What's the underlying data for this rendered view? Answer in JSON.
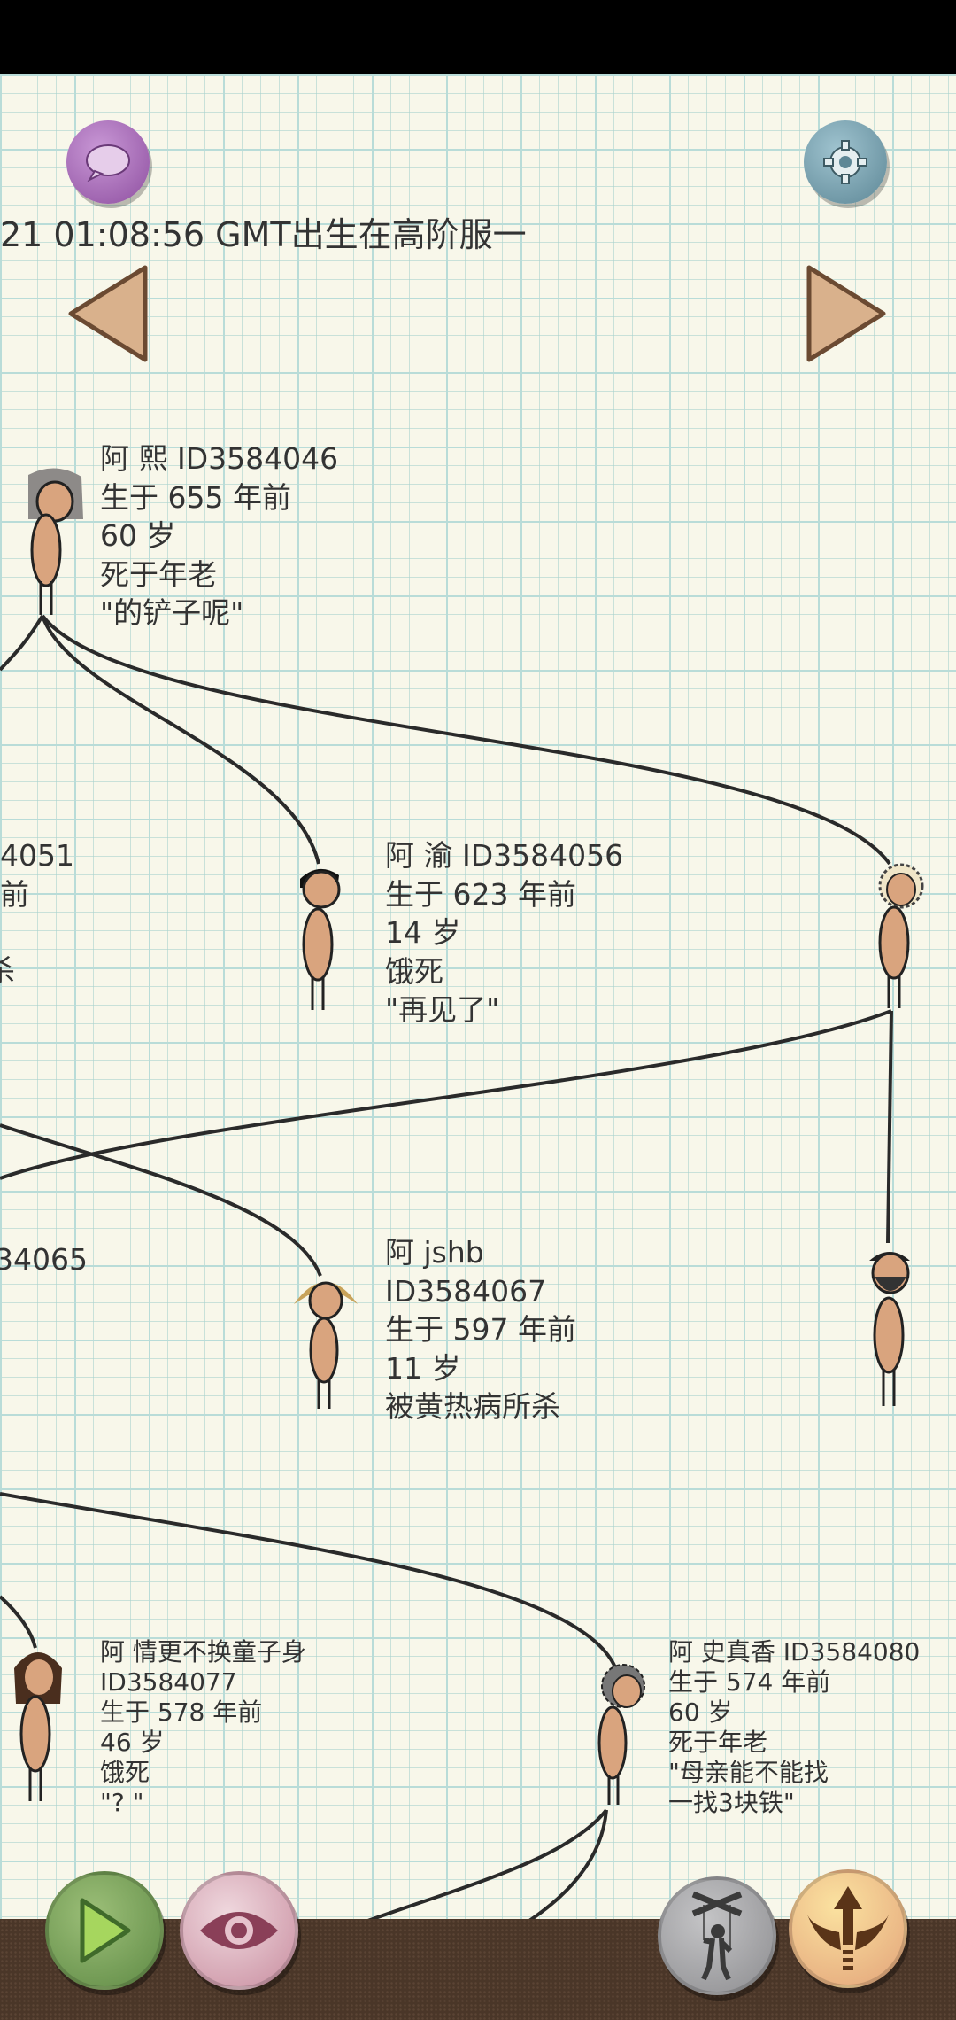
{
  "header": {
    "title": "21 01:08:56 GMT出生在高阶服一",
    "chat_icon": "chat-bubble-icon",
    "settings_icon": "gear-icon",
    "prev_icon": "arrow-left-icon",
    "next_icon": "arrow-right-icon"
  },
  "people": [
    {
      "lines": [
        "阿 熙 ID3584046",
        "生于 655 年前",
        "60 岁",
        "死于年老",
        "\"的铲子呢\""
      ]
    },
    {
      "lines": [
        "4051",
        "前",
        "",
        "杀"
      ]
    },
    {
      "lines": [
        "阿 渝 ID3584056",
        "生于 623 年前",
        "14 岁",
        "饿死",
        "\"再见了\""
      ]
    },
    {
      "lines": [
        "34065"
      ]
    },
    {
      "lines": [
        "阿 jshb",
        "ID3584067",
        "生于 597 年前",
        "11 岁",
        "被黄热病所杀"
      ]
    },
    {
      "lines": [
        "阿 情更不换童子身",
        "ID3584077",
        "生于 578 年前",
        "46 岁",
        "饿死",
        "\"? \""
      ]
    },
    {
      "lines": [
        "阿 史真香 ID3584080",
        "生于 574 年前",
        "60 岁",
        "死于年老",
        "\"母亲能不能找",
        "一找3块铁\""
      ]
    }
  ],
  "colors": {
    "ground": "#4a3628",
    "play": "#7ea35a",
    "eye": "#e2b9c3",
    "puppet": "#a9a9ab",
    "wings": "#f0c470"
  }
}
